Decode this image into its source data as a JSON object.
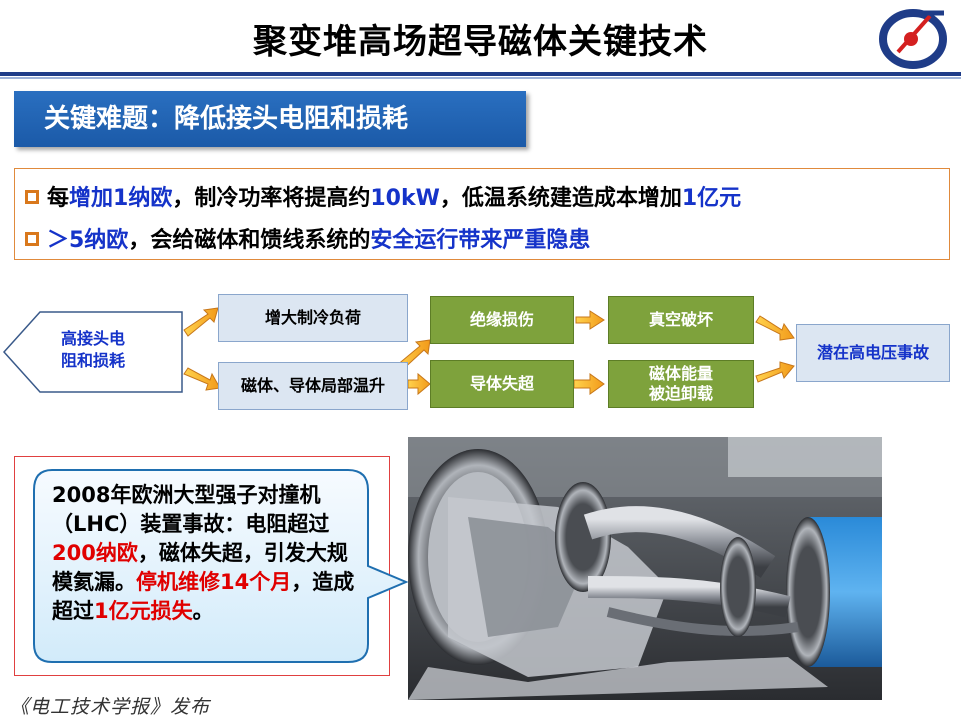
{
  "title": "聚变堆高场超导磁体关键技术",
  "banner": "关键难题：降低接头电阻和损耗",
  "bullets": [
    {
      "parts": [
        {
          "t": "每",
          "c": "black"
        },
        {
          "t": "增加1纳欧",
          "c": "blue"
        },
        {
          "t": "，制冷功率将提高约",
          "c": "black"
        },
        {
          "t": "10kW",
          "c": "blue"
        },
        {
          "t": "，低温系统建造成本增加",
          "c": "black"
        },
        {
          "t": "1亿元",
          "c": "blue"
        }
      ]
    },
    {
      "parts": [
        {
          "t": "＞5纳欧",
          "c": "blue"
        },
        {
          "t": "，会给磁体和馈线系统的",
          "c": "black"
        },
        {
          "t": "安全运行带来严重隐患",
          "c": "blue"
        }
      ]
    }
  ],
  "flow": {
    "source": "高接头电阻和损耗",
    "source_lines": [
      "高接头电",
      "阻和损耗"
    ],
    "nodes": {
      "cooling_load": "增大制冷负荷",
      "local_heating": "磁体、导体局部温升",
      "insulation_damage": "绝缘损伤",
      "conductor_quench": "导体失超",
      "vacuum_break": "真空破坏",
      "energy_dump_lines": [
        "磁体能量",
        "被迫卸载"
      ],
      "hv_accident": "潜在高电压事故"
    }
  },
  "note": {
    "parts": [
      {
        "t": "2008年欧洲大型强子对撞机（LHC）装置事故：电阻超过",
        "c": "black"
      },
      {
        "t": "200纳欧",
        "c": "red"
      },
      {
        "t": "，磁体失超，引发大规模氦漏。",
        "c": "black"
      },
      {
        "t": "停机维修14个月",
        "c": "red"
      },
      {
        "t": "，造成超过",
        "c": "black"
      },
      {
        "t": "1亿元损失",
        "c": "red"
      },
      {
        "t": "。",
        "c": "black"
      }
    ]
  },
  "footer": "《电工技术学报》发布",
  "colors": {
    "accent_blue": "#1b5aa8",
    "text_blue": "#1533c9",
    "green": "#7ea23c",
    "orange": "#e08a3c",
    "red": "#e00000"
  }
}
